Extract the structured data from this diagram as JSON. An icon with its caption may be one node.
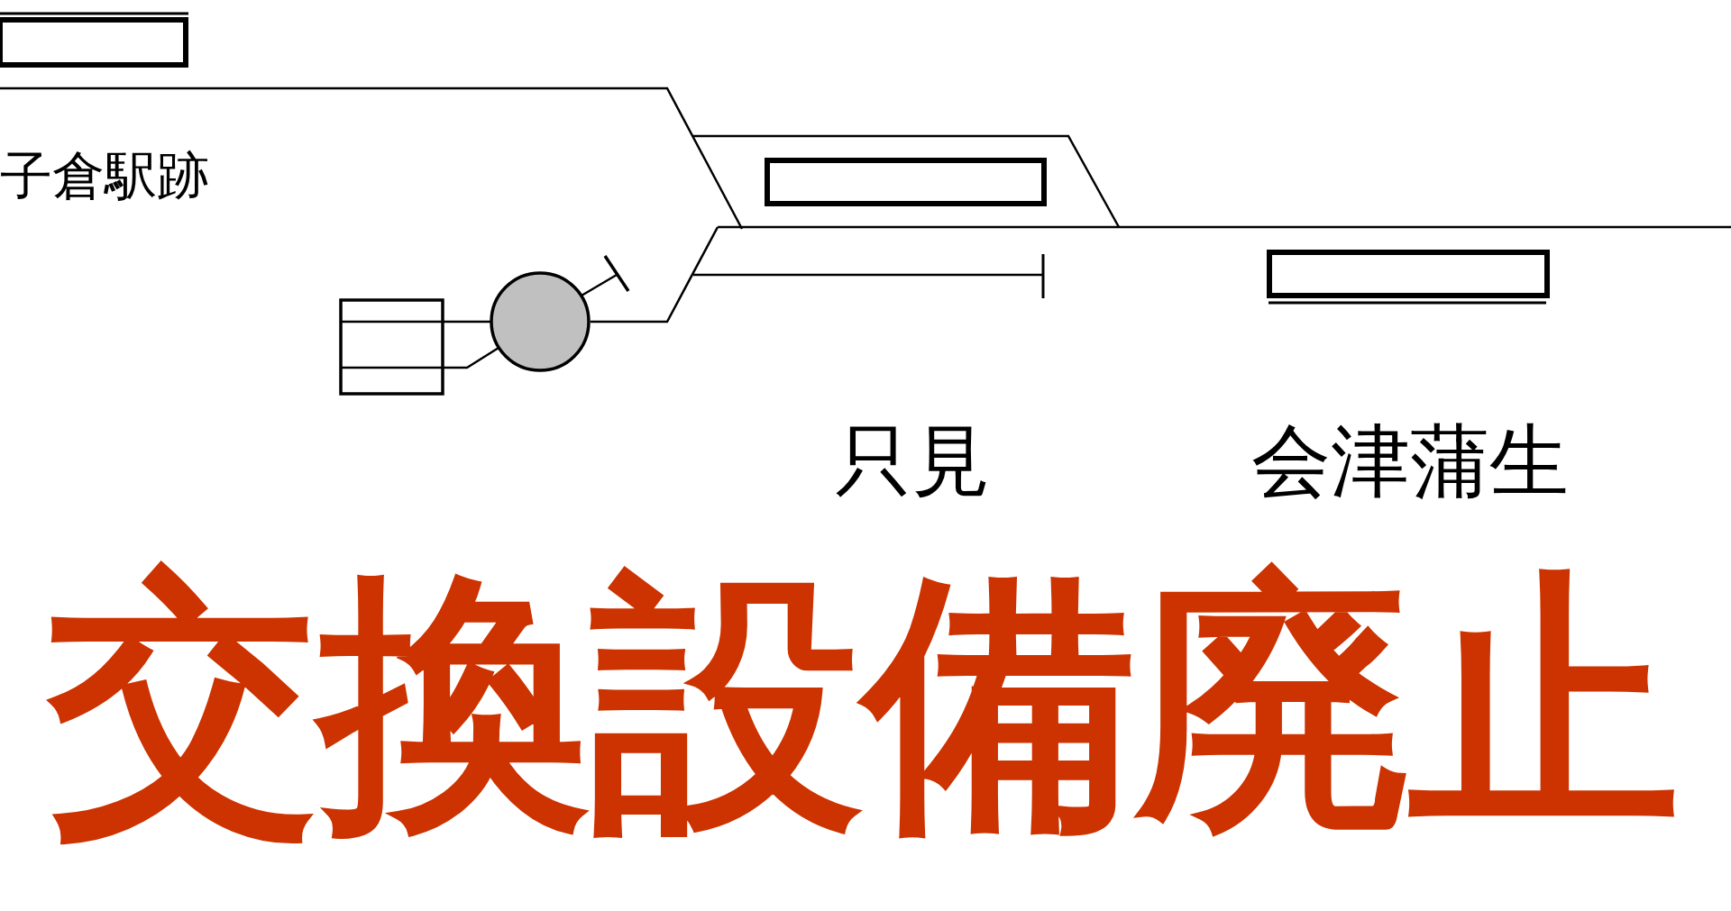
{
  "diagram": {
    "title": "交換設備廃止",
    "labels": [
      "子倉駅跡",
      "只見",
      "会津蒲生"
    ]
  }
}
